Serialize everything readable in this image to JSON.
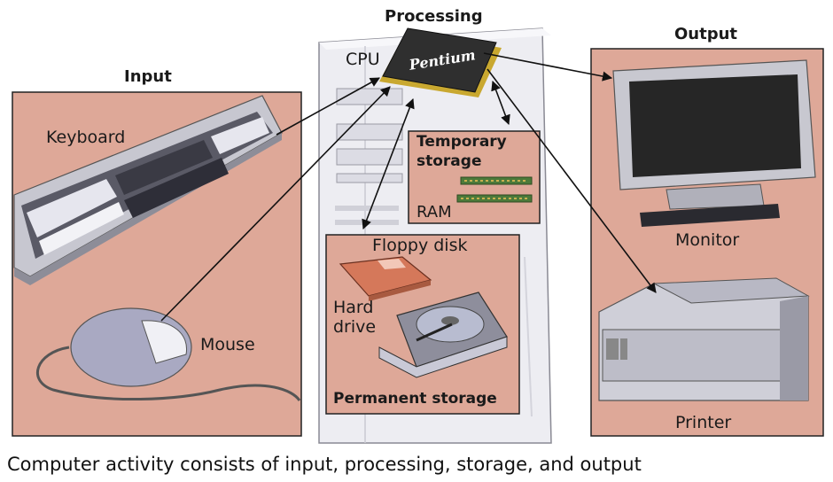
{
  "headers": {
    "input": "Input",
    "processing": "Processing",
    "output": "Output"
  },
  "labels": {
    "cpu": "CPU",
    "chip": "Pentium",
    "keyboard": "Keyboard",
    "mouse": "Mouse",
    "temporary_storage_line1": "Temporary",
    "temporary_storage_line2": "storage",
    "ram": "RAM",
    "floppy_disk": "Floppy disk",
    "hard_drive_line1": "Hard",
    "hard_drive_line2": "drive",
    "permanent_storage": "Permanent storage",
    "monitor": "Monitor",
    "printer": "Printer"
  },
  "caption": "Computer activity consists of input, processing, storage, and output",
  "colors": {
    "panel": "#dea898",
    "tower": "#eeeef3",
    "chip": "#333333",
    "device_gray": "#c8c8d0",
    "line": "#111111"
  }
}
